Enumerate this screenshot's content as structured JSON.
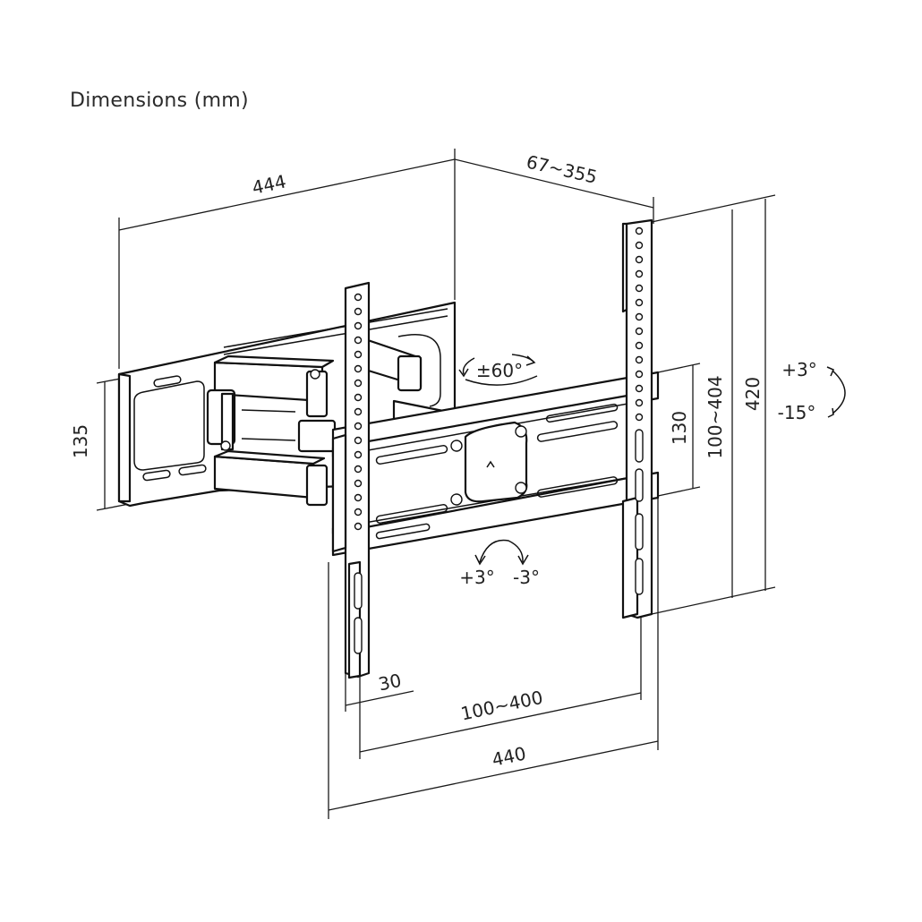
{
  "title": "Dimensions (mm)",
  "dimensions": {
    "top_width": "444",
    "depth": "67~355",
    "height_overall": "420",
    "vertical_spacing": "100~404",
    "rail_height": "130",
    "wall_plate_height": "135",
    "bracket_width": "440",
    "horizontal_spacing": "100~400",
    "arm_width": "30"
  },
  "adjustments": {
    "swivel": "±60°",
    "tilt_up": "+3°",
    "tilt_down": "-15°",
    "level_plus": "+3°",
    "level_minus": "-3°"
  }
}
